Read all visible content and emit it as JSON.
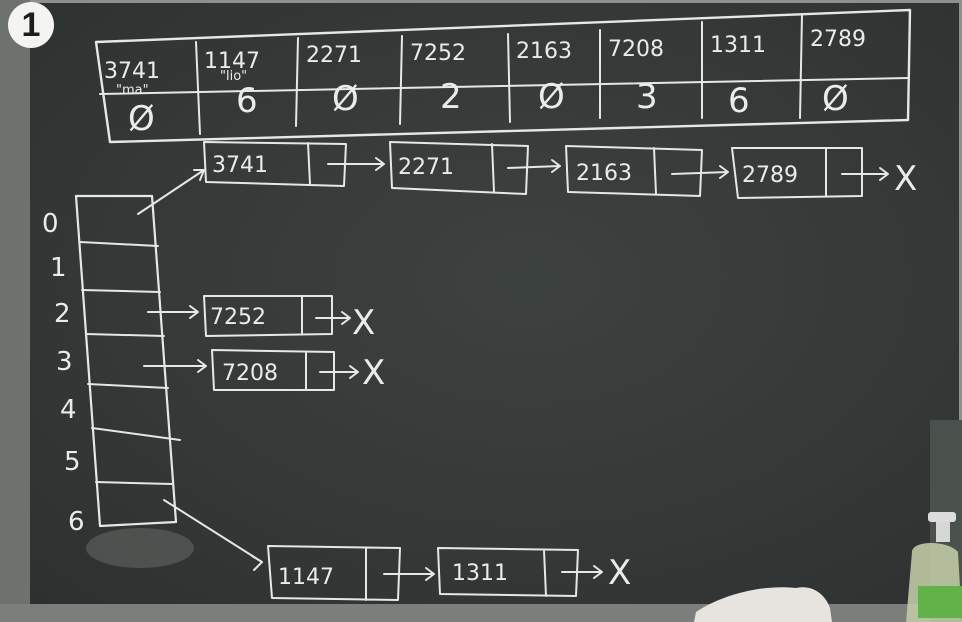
{
  "slide_number": "1",
  "table": {
    "keys": [
      "3741",
      "1147",
      "2271",
      "7252",
      "2163",
      "7208",
      "1311",
      "2789"
    ],
    "annotations": [
      "\"ma\"",
      "\"lio\"",
      "",
      "",
      "",
      "",
      "",
      ""
    ],
    "values": [
      "Ø",
      "6",
      "Ø",
      "2",
      "Ø",
      "3",
      "6",
      "Ø"
    ]
  },
  "array_indices": [
    "0",
    "1",
    "2",
    "3",
    "4",
    "5",
    "6"
  ],
  "chains": {
    "index0": [
      "3741",
      "2271",
      "2163",
      "2789"
    ],
    "index2": [
      "7252"
    ],
    "index3": [
      "7208"
    ],
    "index6": [
      "1147",
      "1311"
    ]
  },
  "null_marker": "X"
}
